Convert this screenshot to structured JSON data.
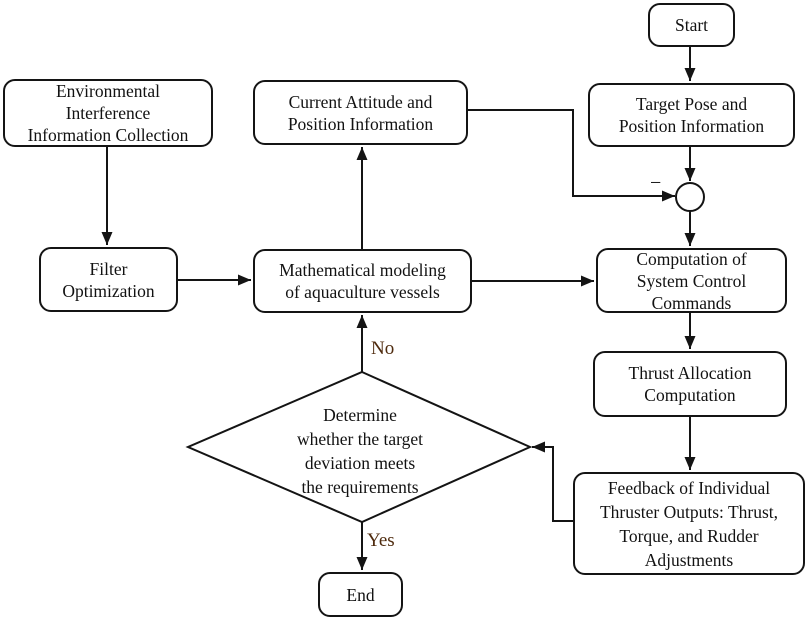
{
  "flowchart": {
    "nodes": {
      "start": {
        "label": [
          "Start"
        ]
      },
      "environmental": {
        "label": [
          "Environmental",
          "Interference",
          "Information Collection"
        ]
      },
      "current_attitude": {
        "label": [
          "Current Attitude and",
          "Position Information"
        ]
      },
      "target_pose": {
        "label": [
          "Target Pose and",
          "Position Information"
        ]
      },
      "filter_optimization": {
        "label": [
          "Filter",
          "Optimization"
        ]
      },
      "math_modeling": {
        "label": [
          "Mathematical modeling",
          "of aquaculture vessels"
        ]
      },
      "control_commands": {
        "label": [
          "Computation of",
          "System Control",
          "Commands"
        ]
      },
      "thrust_allocation": {
        "label": [
          "Thrust Allocation",
          "Computation"
        ]
      },
      "feedback": {
        "label": [
          "Feedback of Individual",
          "Thruster Outputs: Thrust,",
          "Torque, and Rudder",
          "Adjustments"
        ]
      },
      "decision": {
        "label": [
          "Determine",
          "whether the target",
          "deviation meets",
          "the requirements"
        ]
      },
      "end": {
        "label": [
          "End"
        ]
      }
    },
    "edge_labels": {
      "no": "No",
      "yes": "Yes",
      "minus": "−"
    },
    "colors": {
      "line": "#141414",
      "node_text": "#121212",
      "branch_label": "#4f2b0e",
      "background": "#ffffff"
    }
  }
}
